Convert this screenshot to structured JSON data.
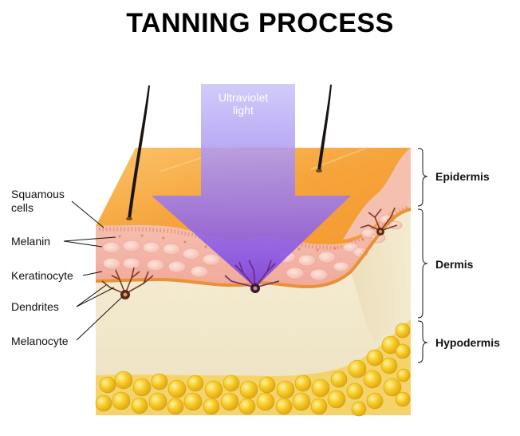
{
  "title": "TANNING PROCESS",
  "uv_label": {
    "line1": "Ultraviolet",
    "line2": "light"
  },
  "left_labels": {
    "squamous_line1": "Squamous",
    "squamous_line2": "cells",
    "melanin": "Melanin",
    "keratinocyte": "Keratinocyte",
    "dendrites": "Dendrites",
    "melanocyte": "Melanocyte"
  },
  "right_labels": {
    "epidermis": "Epidermis",
    "dermis": "Dermis",
    "hypodermis": "Hypodermis"
  },
  "colors": {
    "top_orange": "#f7a53c",
    "epidermis_pink": "#f4b6a8",
    "dermis_cream": "#f3ead1",
    "fat_yellow": "#f4c51e",
    "uv_purple": "#8a5cf0",
    "hair": "#1a1410"
  }
}
